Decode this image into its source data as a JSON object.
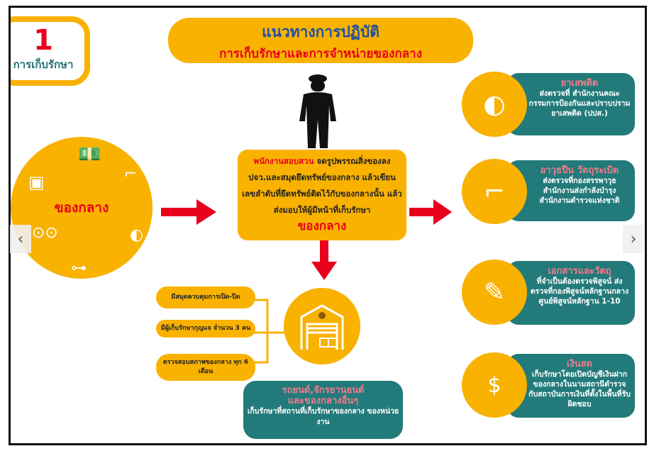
{
  "step": {
    "number": "1",
    "label": "การเก็บรักษา"
  },
  "title": {
    "line1": "แนวทางการปฏิบัติ",
    "line2": "การเก็บรักษาและการจำหน่ายของกลาง"
  },
  "evidence_circle": {
    "label": "ของกลาง"
  },
  "center_box": {
    "highlight": "พนักงานสอบสวน",
    "text": " จดรูปพรรณสิ่งของลง ปจว.และสมุดยึดทรัพย์ของกลาง แล้วเขียนเลขลำดับที่ยึดทรัพย์ติดไว้กับของกลางนั้น แล้วส่งมอบให้ผู้มีหน้าที่เก็บรักษา",
    "emphasis": "ของกลาง"
  },
  "storage_rules": [
    "มีสมุดควบคุมการเปิด-ปิด",
    "มีผู้เก็บรักษากุญแจ จำนวน 3 คน",
    "ตรวจสอบสภาพของกลาง ทุก 6 เดือน"
  ],
  "vehicles_box": {
    "title": "รถยนต์,จักรยานยนต์ และของกลางอื่นๆ",
    "text": "เก็บรักษาที่สถานที่เก็บรักษาของกลาง ของหน่วยงาน"
  },
  "categories": [
    {
      "title": "ยาเสพติด",
      "text": "ส่งตรวจที่ สำนักงานคณะกรรมการป้องกันและปราบปรามยาเสพติด (ปปส.)",
      "icon": "pills-icon"
    },
    {
      "title": "อาวุธปืน วัตถุระเบิด",
      "text": "ส่งตรวจที่กองสรรพาวุธ สำนักงานส่งกำลังบำรุง สำนักงานตำรวจแห่งชาติ",
      "icon": "gun-icon"
    },
    {
      "title": "เอกสารและวัตถุ",
      "text": "ที่จำเป็นต้องตรวจพิสูจน์ ส่งตรวจที่กองพิสูจน์หลักฐานกลาง ศูนย์พิสูจน์หลักฐาน 1-10",
      "icon": "document-icon"
    },
    {
      "title": "เงินสด",
      "text": "เก็บรักษาโดยเปิดบัญชีเงินฝากของกลางในนามสถานีตำรวจ กับสถาบันการเงินที่ตั้งในพื้นที่รับผิดชอบ",
      "icon": "cash-icon"
    }
  ],
  "carousel": {
    "prev": "‹",
    "next": "›"
  },
  "colors": {
    "orange": "#f9b200",
    "teal": "#237a7a",
    "red": "#e8001c"
  }
}
